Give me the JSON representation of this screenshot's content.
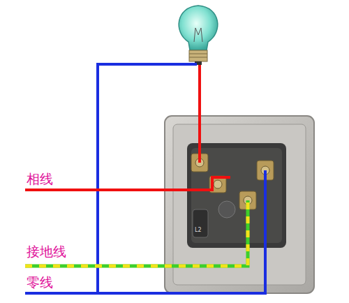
{
  "diagram": {
    "labels": [
      "相线",
      "接地线",
      "零线",
      "L2"
    ]
  }
}
